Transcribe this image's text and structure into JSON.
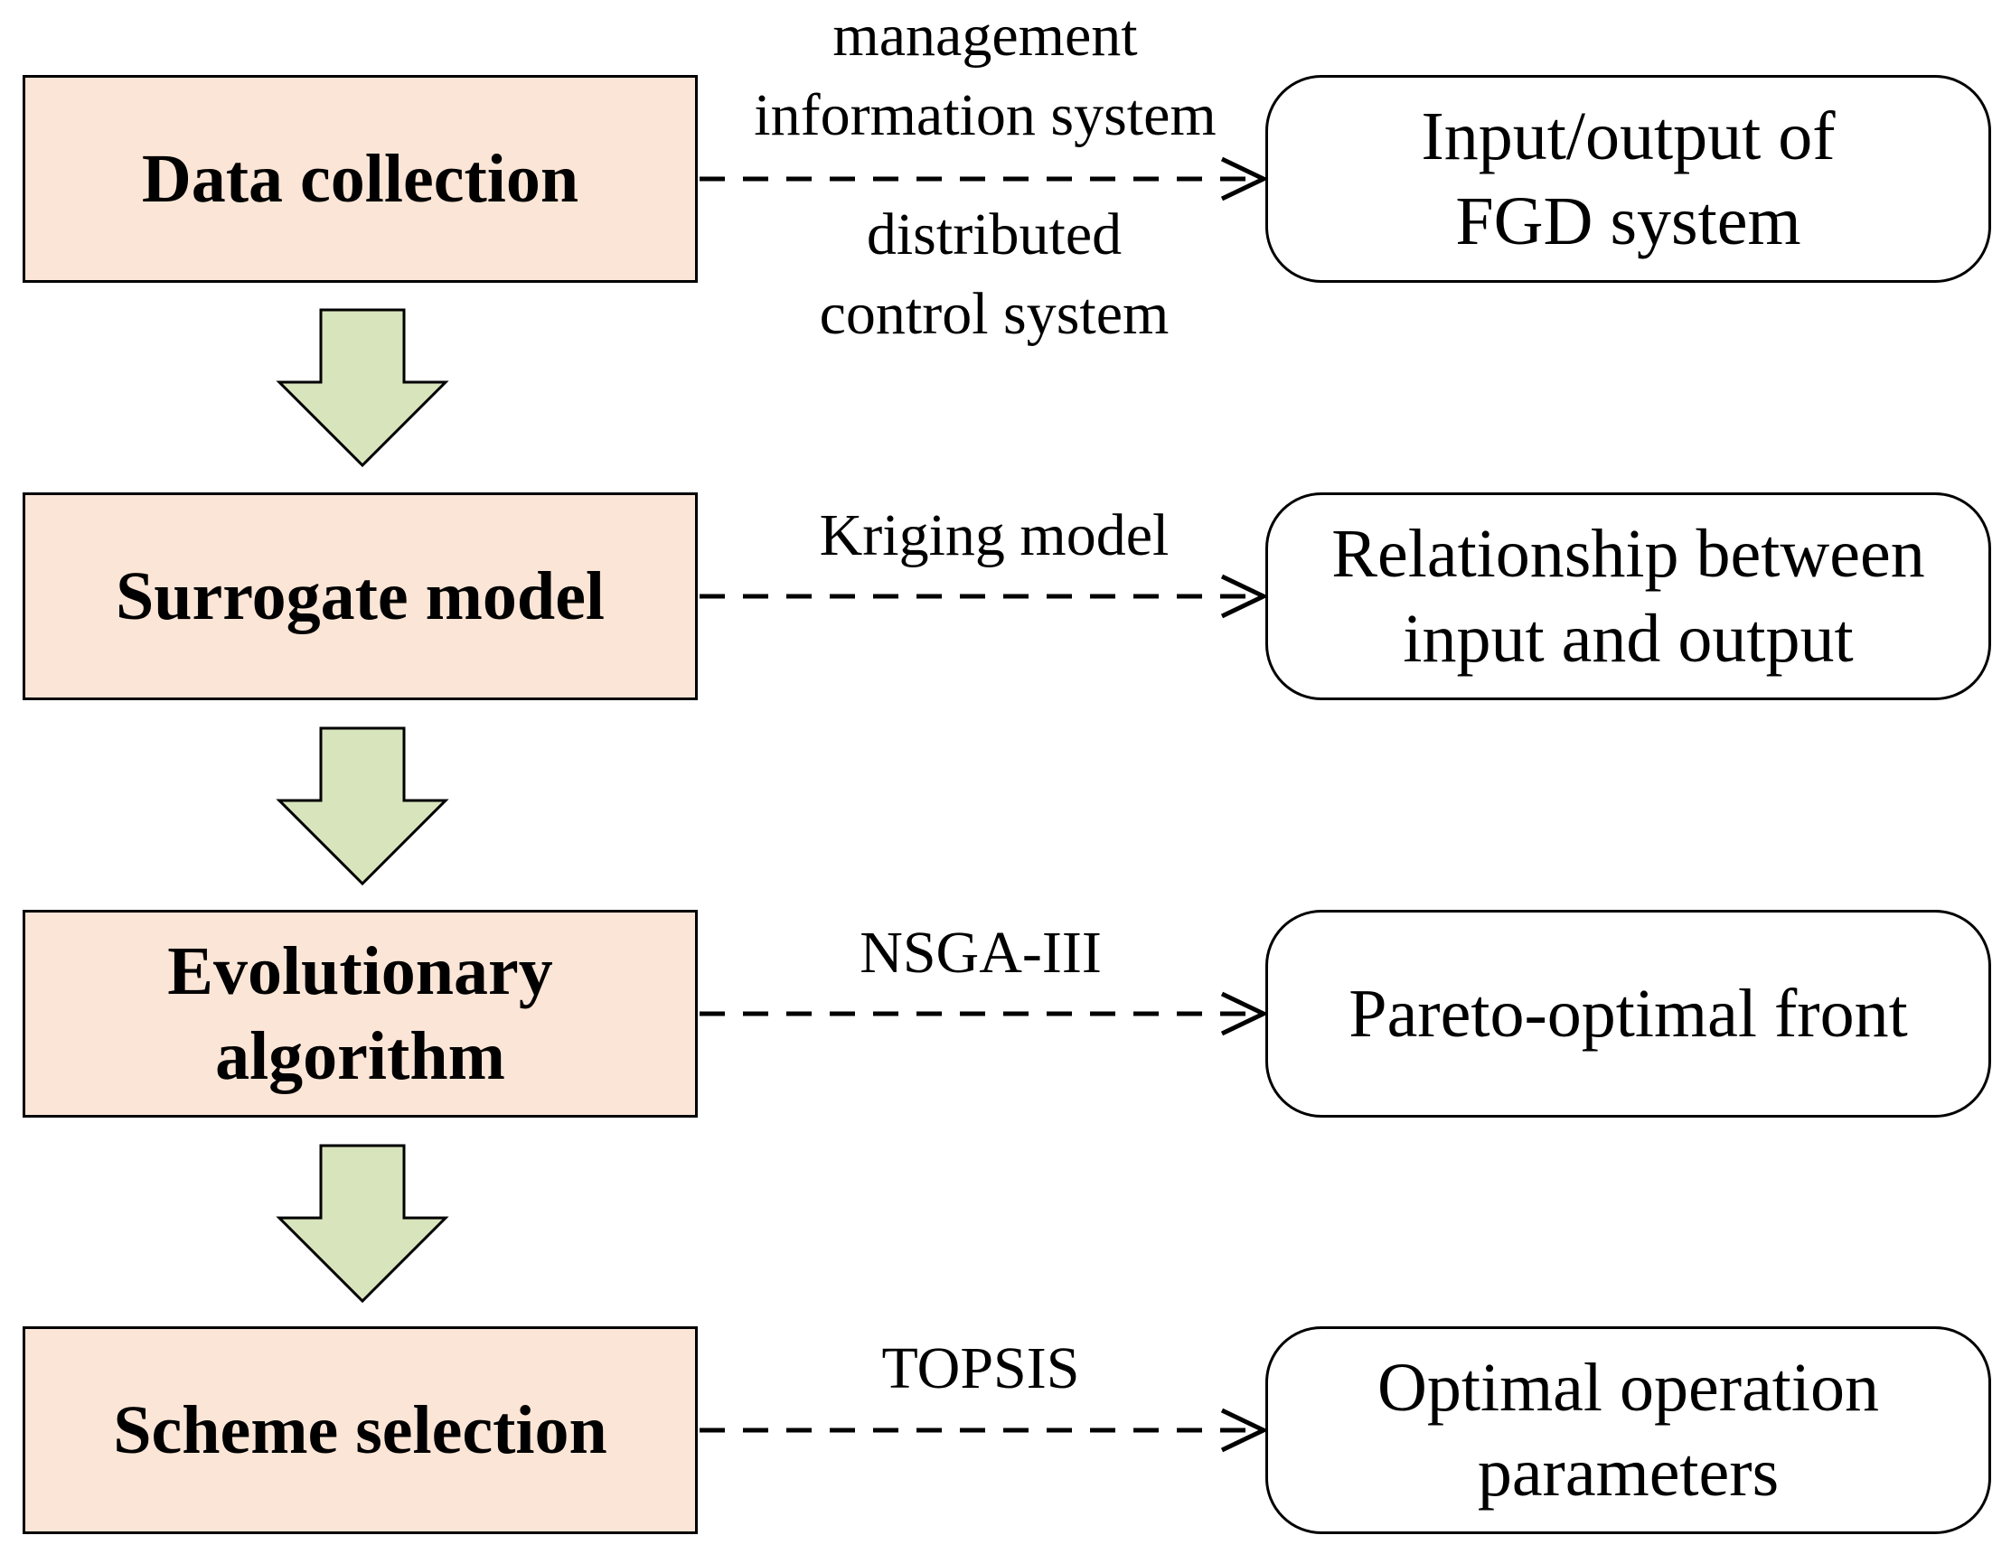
{
  "stages": [
    {
      "label": "Data collection",
      "methods_above": "management\ninformation system",
      "methods_below": "distributed\ncontrol system",
      "result": "Input/output of\nFGD system"
    },
    {
      "label": "Surrogate model",
      "methods_above": "Kriging model",
      "result": "Relationship between\ninput and output"
    },
    {
      "label": "Evolutionary\nalgorithm",
      "methods_above": "NSGA-III",
      "result": "Pareto-optimal front"
    },
    {
      "label": "Scheme selection",
      "methods_above": "TOPSIS",
      "result": "Optimal operation\nparameters"
    }
  ],
  "colors": {
    "stage_fill": "#fbe5d6",
    "arrow_fill": "#d8e4bc",
    "stroke": "#000000",
    "result_fill": "#ffffff"
  }
}
